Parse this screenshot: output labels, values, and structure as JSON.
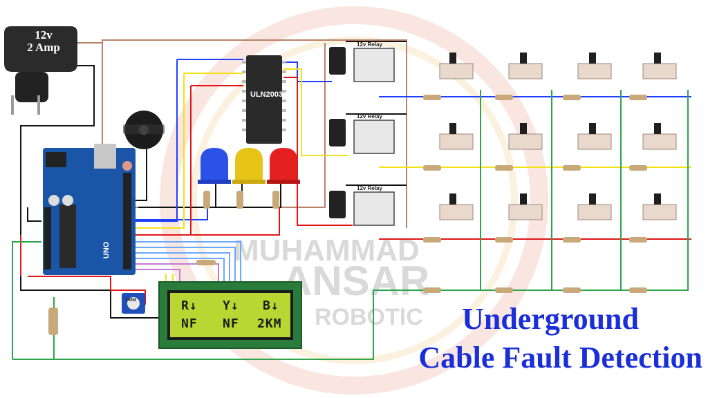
{
  "adapter": {
    "line1": "12v",
    "line2": "2 Amp"
  },
  "ic": {
    "label": "ULN2003"
  },
  "relays": [
    {
      "label": "12v Relay"
    },
    {
      "label": "12v Relay"
    },
    {
      "label": "12v Relay"
    }
  ],
  "arduino": {
    "label": "UNO"
  },
  "trimpot": {
    "label": "TRIM"
  },
  "lcd": {
    "row1": [
      "R↓",
      "Y↓",
      "B↓"
    ],
    "row2": [
      "NF",
      "NF",
      "2KM"
    ]
  },
  "watermark": {
    "line1": "MUHAMMAD",
    "line2": "ANSAR",
    "line3": "ROBOTIC"
  },
  "title": {
    "line1": "Underground",
    "line2": "Cable Fault Detection"
  },
  "colors": {
    "title": "#1a2fd8",
    "wire_blue": "#1f3fff",
    "wire_yellow": "#f2e21a",
    "wire_red": "#e01616",
    "wire_green": "#2ca44a",
    "wire_black": "#111111",
    "wire_brown": "#b9826a",
    "lcd_bg": "#b9d632"
  },
  "leds": [
    {
      "color": "blue"
    },
    {
      "color": "yellow"
    },
    {
      "color": "red"
    }
  ]
}
